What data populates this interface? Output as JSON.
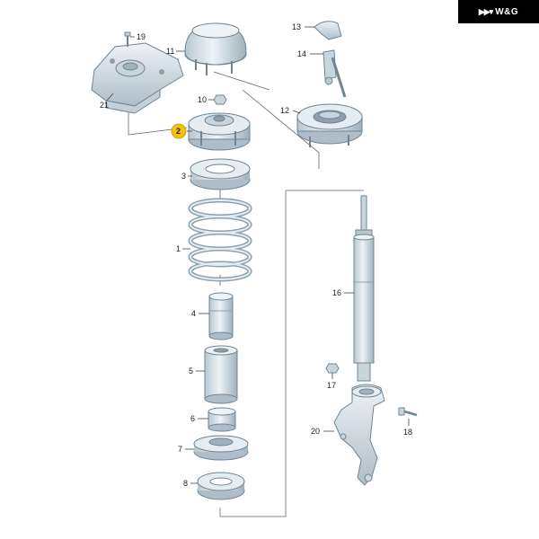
{
  "brand": {
    "mark": "▶▶▾",
    "text": "W&G"
  },
  "colors": {
    "part_fill": "#dfe7ec",
    "part_shade": "#b9c7d0",
    "part_dark": "#8ea0ad",
    "highlight": "#f4c20d"
  },
  "highlight_label": "2",
  "labels": {
    "p1": "1",
    "p2": "2",
    "p3": "3",
    "p4": "4",
    "p5": "5",
    "p6": "6",
    "p7": "7",
    "p8": "8",
    "p10": "10",
    "p11": "11",
    "p12": "12",
    "p13": "13",
    "p14": "14",
    "p16": "16",
    "p17": "17",
    "p18": "18",
    "p19": "19",
    "p20": "20",
    "p21": "21"
  }
}
